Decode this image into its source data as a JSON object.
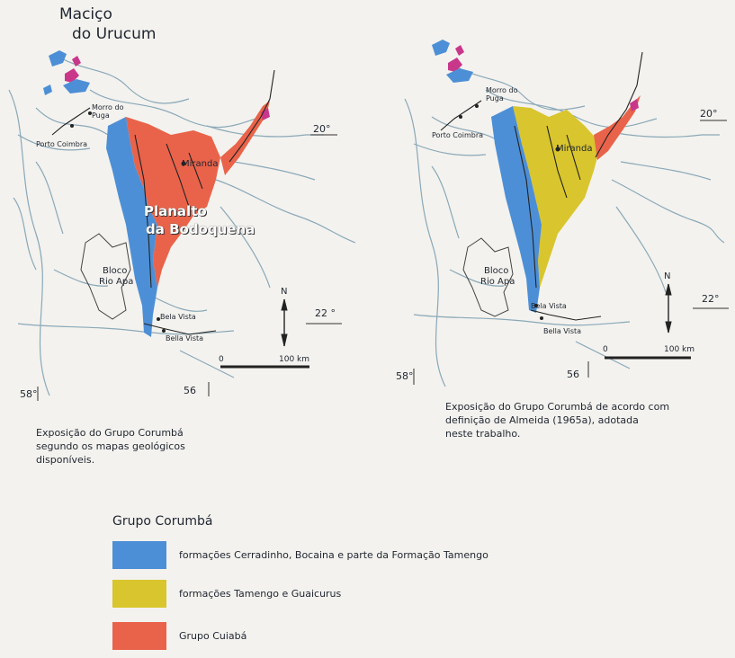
{
  "colors": {
    "blue": "#4d8fd6",
    "yellow": "#d9c52d",
    "red": "#e9634a",
    "magenta": "#c9378a",
    "river": "#8aa8b8",
    "ink": "#1f2530"
  },
  "left_map": {
    "title_line1": "Maciço",
    "title_line2": "do Urucum",
    "labels": {
      "morro": "Morro do Puga",
      "porto": "Porto Coimbra",
      "miranda": "Miranda",
      "planalto1": "Planalto",
      "planalto2": "da Bodoquena",
      "bloco1": "Bloco",
      "bloco2": "Rio Apa",
      "bela": "Bela Vista",
      "bella": "Bella Vista",
      "deg20": "20°",
      "deg22": "22 °",
      "deg58": "58°",
      "deg56": "56",
      "north": "N",
      "scale0": "0",
      "scale100": "100 km"
    },
    "caption": [
      "Exposição do Grupo Corumbá",
      "segundo os mapas geológicos",
      "disponíveis."
    ]
  },
  "right_map": {
    "labels": {
      "morro": "Morro do Puga",
      "porto": "Porto Coimbra",
      "miranda": "Miranda",
      "bloco1": "Bloco",
      "bloco2": "Rio Apa",
      "bela": "Bela Vista",
      "bella": "Bella Vista",
      "deg20": "20°",
      "deg22": "22°",
      "deg58": "58°",
      "deg56": "56",
      "north": "N",
      "scale0": "0",
      "scale100": "100 km"
    },
    "caption": [
      "Exposição do Grupo Corumbá de acordo com",
      "definição de Almeida (1965a), adotada",
      "neste trabalho."
    ]
  },
  "legend": {
    "title": "Grupo Corumbá",
    "items": [
      {
        "label": "formações Cerradinho, Bocaina e parte da Formação Tamengo",
        "color": "#4d8fd6"
      },
      {
        "label": "formações Tamengo e Guaicurus",
        "color": "#d9c52d"
      },
      {
        "label": "Grupo Cuiabá",
        "color": "#e9634a"
      }
    ]
  }
}
